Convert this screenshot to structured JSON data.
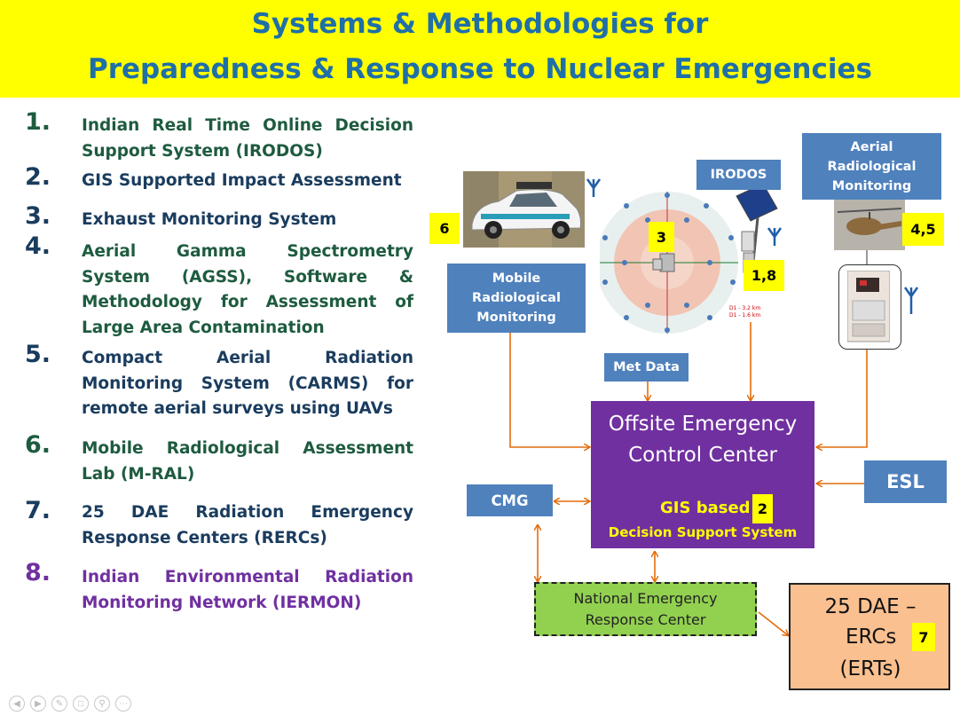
{
  "title": {
    "line1": "Systems & Methodologies for",
    "line2": "Preparedness & Response to Nuclear  Emergencies"
  },
  "list": [
    {
      "num": "1.",
      "text": "Indian Real Time Online Decision Support System (IRODOS)"
    },
    {
      "num": "2.",
      "text": "GIS Supported Impact Assessment"
    },
    {
      "num": "3.",
      "text": "Exhaust Monitoring System"
    },
    {
      "num": "4.",
      "text": "Aerial Gamma Spectrometry System (AGSS), Software & Methodology for Assessment of Large Area Contamination"
    },
    {
      "num": "5.",
      "text": "Compact Aerial Radiation Monitoring System (CARMS) for remote aerial surveys using UAVs"
    },
    {
      "num": "6.",
      "text": "Mobile Radiological Assessment Lab (M-RAL)"
    },
    {
      "num": "7.",
      "text": "25 DAE Radiation Emergency Response Centers (RERCs)"
    },
    {
      "num": "8.",
      "text": "Indian Environmental Radiation Monitoring Network (IERMON)"
    }
  ],
  "diagram": {
    "irodos": "IRODOS",
    "aerial": "Aerial Radiological Monitoring",
    "mobile": "Mobile Radiological Monitoring",
    "met": "Met Data",
    "center_line1": "Offsite Emergency",
    "center_line2": "Control Center",
    "gis": "GIS based",
    "dss": "Decision Support System",
    "cmg": "CMG",
    "esl": "ESL",
    "nerc": "National Emergency Response Center",
    "dae_line1": "25 DAE –",
    "dae_line2": "ERCs",
    "dae_line3": "(ERTs)",
    "badges": {
      "b6": "6",
      "b3": "3",
      "b18": "1,8",
      "b45": "4,5",
      "b2": "2",
      "b7": "7"
    },
    "plot_text": {
      "d1": "D1 - 3.2 km",
      "d2": "D1 - 1.6 km"
    }
  },
  "colors": {
    "title_bg": "#ffff00",
    "title_text": "#1f6fa8",
    "box_blue": "#4f81bd",
    "center_purple": "#7030a0",
    "nerc_green": "#92d050",
    "dae_peach": "#fac090",
    "arrow": "#e46c0a"
  }
}
